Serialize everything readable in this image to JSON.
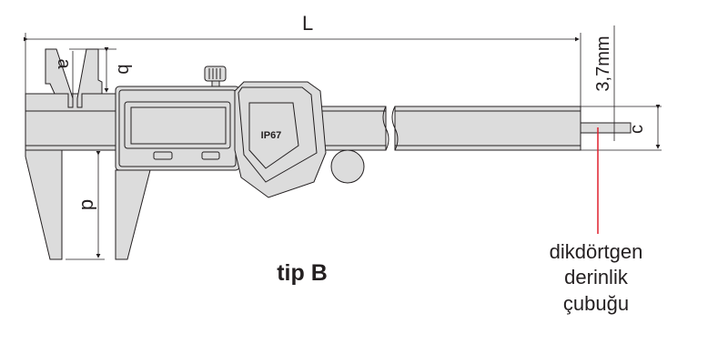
{
  "diagram": {
    "dimension_labels": {
      "overall_length": "L",
      "a": "a",
      "b": "b",
      "c": "c",
      "d": "d",
      "rod_width": "3,7mm"
    },
    "housing_marking": "IP67",
    "caption": "tip B",
    "callout": {
      "line1": "dikdörtgen",
      "line2": "derinlik",
      "line3": "çubuğu"
    },
    "colors": {
      "body_fill": "#dcdcdc",
      "outline": "#231f20",
      "callout_line": "#e0202e"
    }
  }
}
